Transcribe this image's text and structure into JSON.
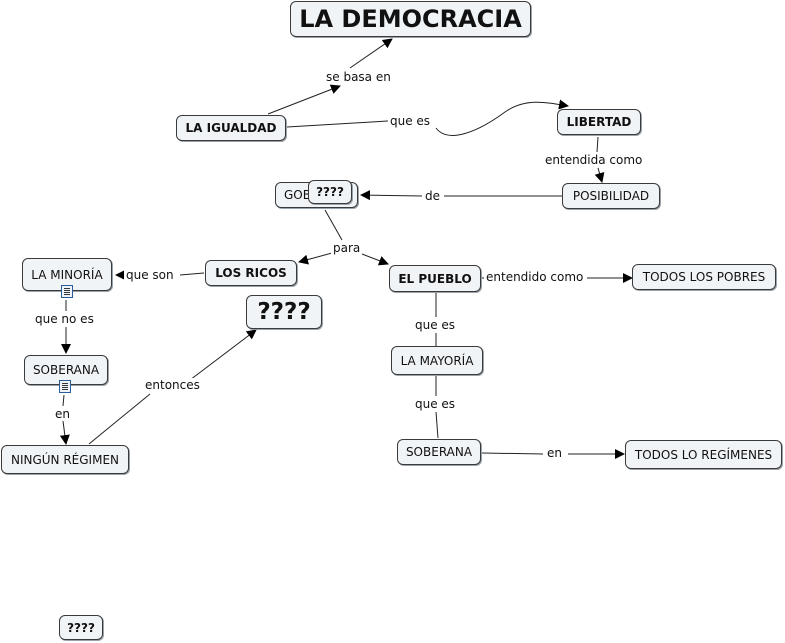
{
  "nodes": {
    "democracia": "LA DEMOCRACIA",
    "igualdad": "LA IGUALDAD",
    "libertad": "LIBERTAD",
    "posibilidad": "POSIBILIDAD",
    "gobierno": "GOB",
    "gobierno_overlay": "????",
    "los_ricos": "LOS RICOS",
    "el_pueblo": "EL PUEBLO",
    "la_minoria": "LA MINORÍA",
    "todos_pobres": "TODOS LOS POBRES",
    "big_unknown": "????",
    "soberana_left": "SOBERANA",
    "la_mayoria": "LA MAYORÍA",
    "ningun_regimen": "NINGÚN RÉGIMEN",
    "soberana_right": "SOBERANA",
    "todos_regimenes": "TODOS LO REGÍMENES",
    "bottom_unknown": "????"
  },
  "links": {
    "se_basa_en": "se basa en",
    "que_es_top": "que es",
    "entendida_como": "entendida como",
    "de": "de",
    "para": "para",
    "que_son": "que son",
    "entendido_como": "entendido como",
    "que_no_es": "que no es",
    "que_es_mid": "que es",
    "entonces": "entonces",
    "en_left": "en",
    "que_es_low": "que es",
    "en_right": "en"
  }
}
